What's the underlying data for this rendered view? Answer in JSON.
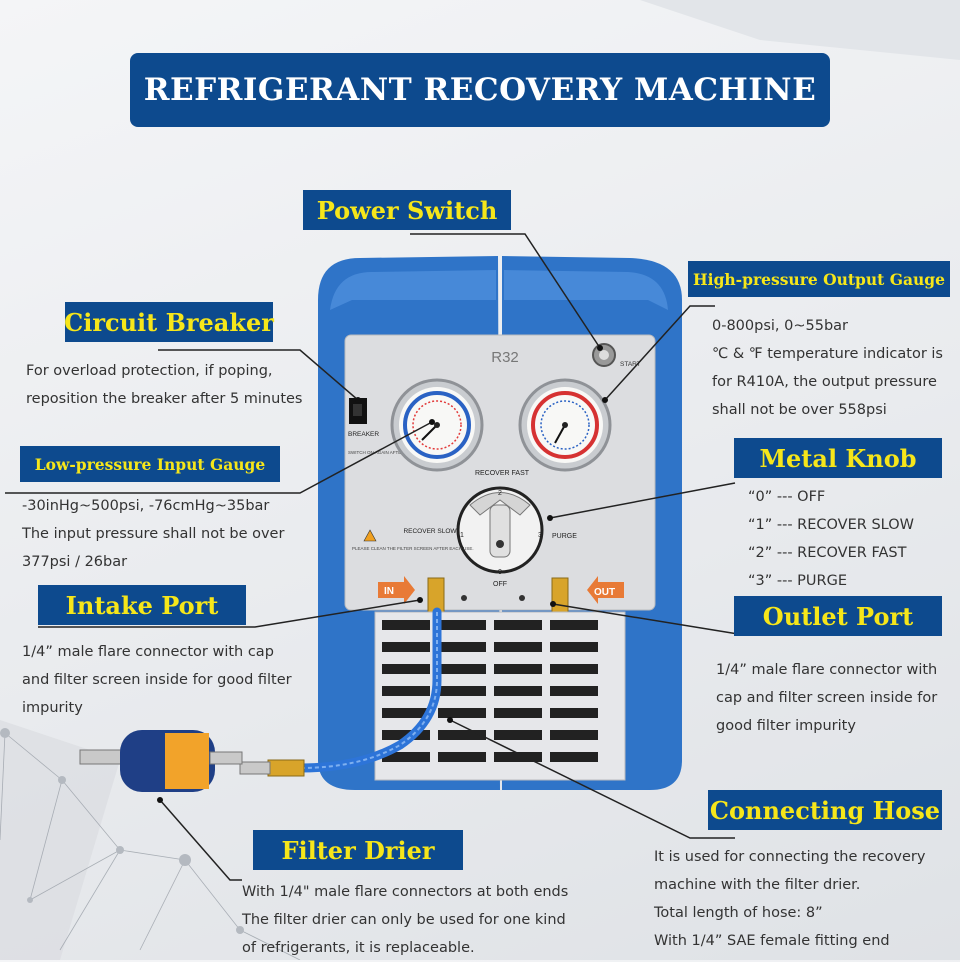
{
  "title": "REFRIGERANT RECOVERY MACHINE",
  "machine": {
    "model": "R32",
    "breaker_label": "BREAKER",
    "breaker_note": "SWITCH ON AGAIN AFTER 5 MINUTES",
    "start_label": "START",
    "knob_recover_fast": "RECOVER FAST",
    "knob_recover_slow": "RECOVER SLOW",
    "knob_purge": "PURGE",
    "knob_off": "OFF",
    "knob_positions": [
      "0",
      "1",
      "2",
      "3"
    ],
    "filter_note": "PLEASE CLEAN THE FILTER SCREEN AFTER EACH USE.",
    "in_label": "IN",
    "out_label": "OUT"
  },
  "callouts": {
    "power_switch": {
      "title": "Power Switch"
    },
    "high_pressure": {
      "title": "High-pressure Output Gauge",
      "lines": [
        "0-800psi, 0~55bar",
        "℃ & ℉ temperature indicator is",
        "for R410A, the output pressure",
        "shall not be over 558psi"
      ]
    },
    "circuit_breaker": {
      "title": "Circuit Breaker",
      "lines": [
        "For overload protection, if poping,",
        "reposition the breaker after 5 minutes"
      ]
    },
    "low_pressure": {
      "title": "Low-pressure Input Gauge",
      "lines": [
        "-30inHg~500psi, -76cmHg~35bar",
        "The input pressure shall not be over",
        "377psi / 26bar"
      ]
    },
    "metal_knob": {
      "title": "Metal Knob",
      "lines": [
        "“0” --- OFF",
        "“1” --- RECOVER SLOW",
        "“2” --- RECOVER FAST",
        "“3” --- PURGE"
      ]
    },
    "intake_port": {
      "title": "Intake Port",
      "lines": [
        "1/4” male flare connector with cap",
        "and filter screen inside for good filter",
        "impurity"
      ]
    },
    "outlet_port": {
      "title": "Outlet Port",
      "lines": [
        "1/4” male flare connector with",
        "cap and filter screen inside for",
        "good filter impurity"
      ]
    },
    "connecting_hose": {
      "title": "Connecting Hose",
      "lines": [
        "It is used for connecting the recovery",
        "machine with the filter drier.",
        "Total length of hose: 8”",
        "With 1/4” SAE female fitting end"
      ]
    },
    "filter_drier": {
      "title": "Filter Drier",
      "lines": [
        "With 1/4\" male flare connectors at both ends",
        "The filter drier can only be used for one kind",
        "of refrigerants, it is replaceable."
      ]
    }
  },
  "colors": {
    "label_bg": "#0d4a8e",
    "label_text": "#f6e61a",
    "machine_shell": "#2f74c8",
    "panel": "#dcdde0"
  }
}
